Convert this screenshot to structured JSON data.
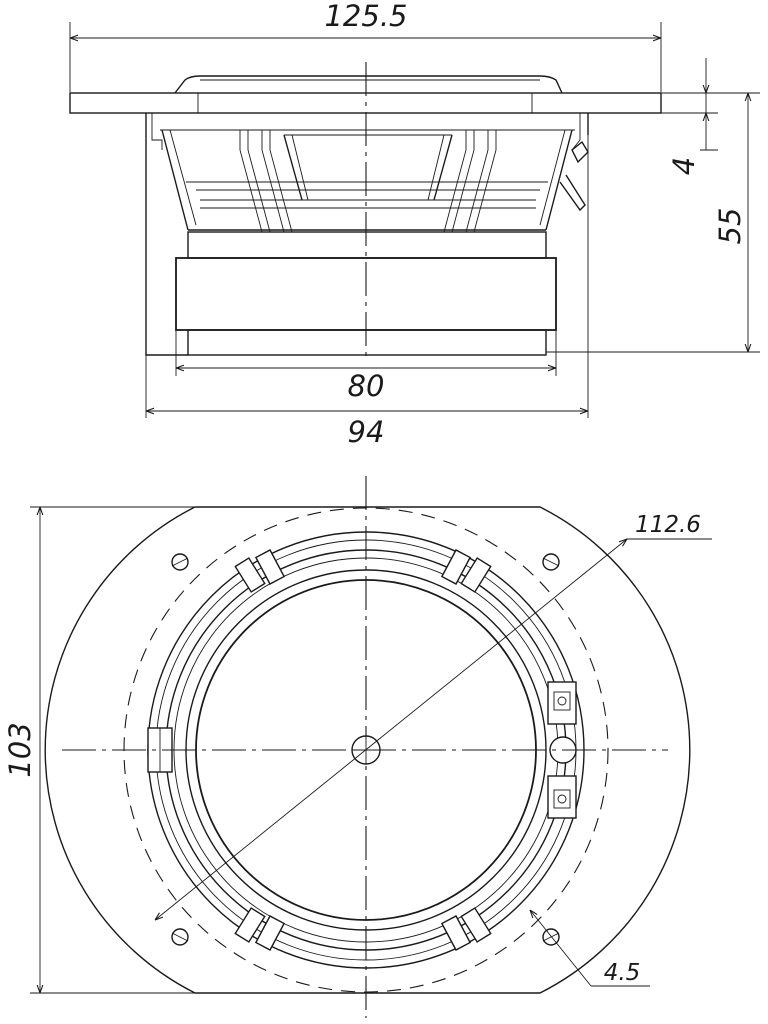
{
  "dimensions": {
    "flange_width": "125.5",
    "flange_thickness": "4",
    "overall_depth": "55",
    "magnet_diameter": "80",
    "frame_diameter": "94",
    "mounting_height": "103",
    "bolt_circle_diameter": "112.6",
    "mounting_hole_diameter": "4.5"
  }
}
